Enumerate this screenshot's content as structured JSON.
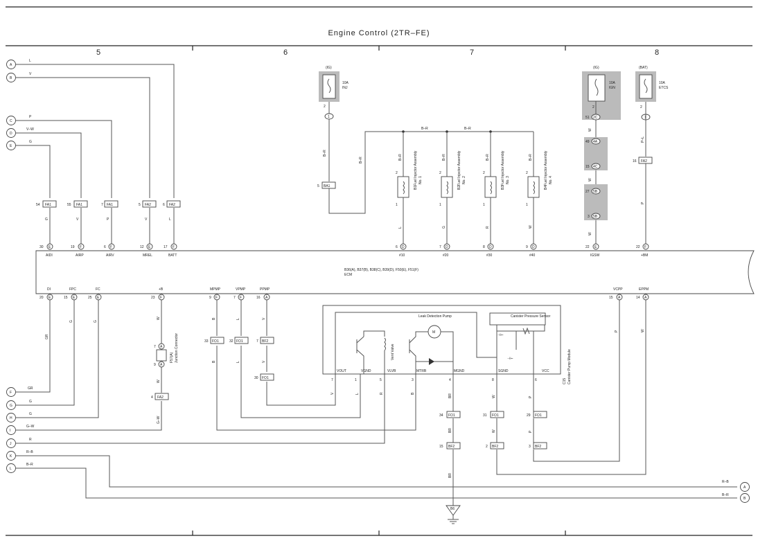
{
  "title": "Engine Control (2TR–FE)",
  "columns": [
    "5",
    "6",
    "7",
    "8"
  ],
  "left_refs": [
    {
      "id": "A",
      "wire": "L"
    },
    {
      "id": "B",
      "wire": "V"
    },
    {
      "id": "C",
      "wire": "P"
    },
    {
      "id": "D",
      "wire": "V–W"
    },
    {
      "id": "E",
      "wire": "G"
    },
    {
      "id": "F",
      "wire": "GR"
    },
    {
      "id": "G",
      "wire": "G"
    },
    {
      "id": "H",
      "wire": "G"
    },
    {
      "id": "I",
      "wire": "G–W"
    },
    {
      "id": "J",
      "wire": "R"
    },
    {
      "id": "K",
      "wire": "R–B"
    },
    {
      "id": "L",
      "wire": "B–R"
    }
  ],
  "right_refs": [
    {
      "id": "A",
      "wire": "R–B"
    },
    {
      "id": "B",
      "wire": "B–R"
    }
  ],
  "fuses": [
    {
      "ig": "(IG)",
      "rating": "10A",
      "name": "INJ"
    },
    {
      "ig": "(IG)",
      "rating": "10A",
      "name": "IGN"
    },
    {
      "ig": "(BAT)",
      "rating": "10A",
      "name": "ETCS"
    }
  ],
  "ecm": {
    "label": "B36(A), B37(B), B38(C), B39(D), F50(E), F51(F)",
    "name": "ECM"
  },
  "ecm_top_terms": [
    {
      "pin": "30",
      "c": "E",
      "name": "AIDI"
    },
    {
      "pin": "19",
      "c": "F",
      "name": "AIRP"
    },
    {
      "pin": "6",
      "c": "F",
      "name": "AIRV"
    },
    {
      "pin": "12",
      "c": "E",
      "name": "MREL"
    },
    {
      "pin": "17",
      "c": "F",
      "name": "BATT"
    },
    {
      "pin": "6",
      "c": "D",
      "name": "#10"
    },
    {
      "pin": "7",
      "c": "D",
      "name": "#20"
    },
    {
      "pin": "8",
      "c": "D",
      "name": "#30"
    },
    {
      "pin": "9",
      "c": "D",
      "name": "#40"
    },
    {
      "pin": "22",
      "c": "E",
      "name": "IGSW"
    },
    {
      "pin": "22",
      "c": "F",
      "name": "+BM"
    }
  ],
  "ecm_bot_terms": [
    {
      "pin": "20",
      "c": "E",
      "name": "DI"
    },
    {
      "pin": "15",
      "c": "E",
      "name": "FPC"
    },
    {
      "pin": "25",
      "c": "E",
      "name": "FC"
    },
    {
      "pin": "23",
      "c": "F",
      "name": "+B"
    },
    {
      "pin": "9",
      "c": "F",
      "name": "MPMP"
    },
    {
      "pin": "7",
      "c": "F",
      "name": "VPMP"
    },
    {
      "pin": "16",
      "c": "A",
      "name": "PPMP"
    },
    {
      "pin": "15",
      "c": "A",
      "name": "VCPP"
    },
    {
      "pin": "14",
      "c": "A",
      "name": "EPPM"
    }
  ],
  "top_connectors": [
    {
      "pin": "54",
      "name": "FA1",
      "wire": "G"
    },
    {
      "pin": "55",
      "name": "FA1",
      "wire": "V"
    },
    {
      "pin": "7",
      "name": "FA1",
      "wire": "P"
    },
    {
      "pin": "5",
      "name": "FA2",
      "wire": "V"
    },
    {
      "pin": "6",
      "name": "FA2",
      "wire": "L"
    }
  ],
  "injectors": [
    {
      "id": "B1",
      "name": "Fuel Injector Assembly",
      "no": "No. 1",
      "wire": "L"
    },
    {
      "id": "B2",
      "name": "Fuel Injector Assembly",
      "no": "No. 2",
      "wire": "G"
    },
    {
      "id": "B3",
      "name": "Fuel Injector Assembly",
      "no": "No. 3",
      "wire": "R"
    },
    {
      "id": "B4",
      "name": "Fuel Injector Assembly",
      "no": "No. 4",
      "wire": "W"
    }
  ],
  "wire_br": "B–R",
  "ba1": {
    "pin": "5",
    "name": "BA1"
  },
  "ign_chain": [
    {
      "pin": "51",
      "c": "2C"
    },
    {
      "pin": "49",
      "c": "4A"
    },
    {
      "pin": "15",
      "c": "4C"
    },
    {
      "pin": "27",
      "c": "5B"
    },
    {
      "pin": "3",
      "c": "5B"
    }
  ],
  "etcs_conn": {
    "pin": "16",
    "name": "FA2",
    "wire1": "P–L",
    "wire2": "P"
  },
  "inj_fuse_term": {
    "pin": "2",
    "c": "1"
  },
  "j_conn": {
    "name": "F57(A)",
    "desc": "Junction Connector",
    "pin_top": "7",
    "pin_bot": "9",
    "c": "A"
  },
  "pump_module": {
    "id": "C15",
    "name": "Canister Pump Module",
    "leak": "Leak Detection Pump",
    "sensor": "Canister Pressure Sensor",
    "vent": "Vent Valve",
    "motor": "M",
    "pins": [
      {
        "pin": "7",
        "name": "VOUT"
      },
      {
        "pin": "1",
        "name": "VGND"
      },
      {
        "pin": "5",
        "name": "VLVB"
      },
      {
        "pin": "3",
        "name": "MTRB"
      },
      {
        "pin": "4",
        "name": "MGND"
      },
      {
        "pin": "8",
        "name": "SGND"
      },
      {
        "pin": "6",
        "name": "VCC"
      }
    ]
  },
  "mid_connectors": [
    {
      "pin": "33",
      "name": "FO1",
      "wire": "B"
    },
    {
      "pin": "32",
      "name": "FO1",
      "wire": "L"
    },
    {
      "pin": "7",
      "name": "BF2",
      "wire": "V"
    },
    {
      "pin": "30",
      "name": "FO1"
    },
    {
      "pin": "4",
      "name": "FA2"
    },
    {
      "pin": "34",
      "name": "FO1",
      "wire": "BR"
    },
    {
      "pin": "31",
      "name": "FO1",
      "wire": "W"
    },
    {
      "pin": "29",
      "name": "FO1",
      "wire": "P"
    },
    {
      "pin": "15",
      "name": "BF2"
    },
    {
      "pin": "2",
      "name": "BF2"
    },
    {
      "pin": "3",
      "name": "BF2"
    }
  ],
  "ground": "B6",
  "wire_labels": {
    "gr": "GR",
    "g": "G",
    "w": "W",
    "b": "B",
    "l": "L",
    "v": "V",
    "p": "P",
    "r": "R",
    "br": "BR",
    "gw": "G–W"
  }
}
